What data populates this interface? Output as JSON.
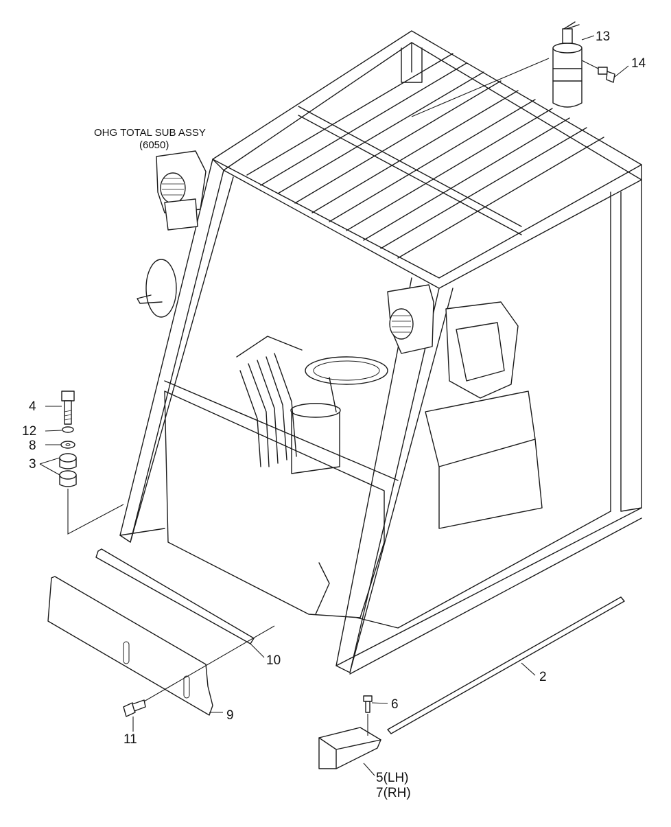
{
  "assembly": {
    "title": "OHG TOTAL SUB ASSY",
    "code": "(6050)"
  },
  "callouts": [
    {
      "id": "2",
      "text": "2"
    },
    {
      "id": "3",
      "text": "3"
    },
    {
      "id": "4",
      "text": "4"
    },
    {
      "id": "5",
      "text": "5(LH)"
    },
    {
      "id": "6",
      "text": "6"
    },
    {
      "id": "7",
      "text": "7(RH)"
    },
    {
      "id": "8",
      "text": "8"
    },
    {
      "id": "9",
      "text": "9"
    },
    {
      "id": "10",
      "text": "10"
    },
    {
      "id": "11",
      "text": "11"
    },
    {
      "id": "12",
      "text": "12"
    },
    {
      "id": "13",
      "text": "13"
    },
    {
      "id": "14",
      "text": "14"
    }
  ]
}
